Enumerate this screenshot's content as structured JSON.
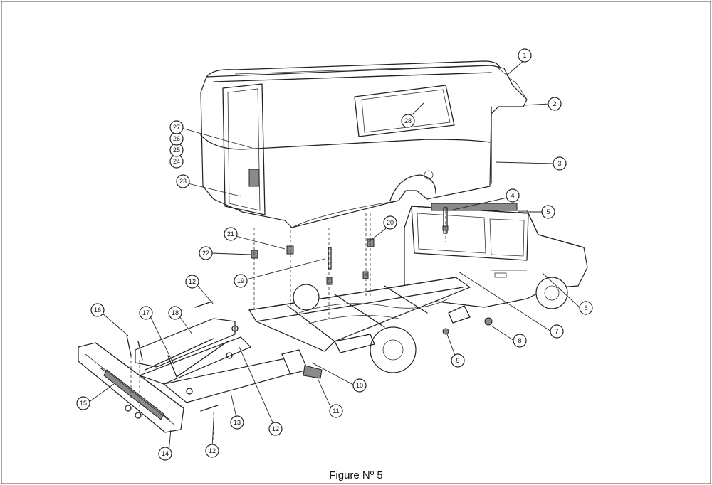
{
  "caption": "Figure Nº 5",
  "callouts": [
    {
      "label": "1"
    },
    {
      "label": "2"
    },
    {
      "label": "3"
    },
    {
      "label": "4"
    },
    {
      "label": "5"
    },
    {
      "label": "6"
    },
    {
      "label": "7"
    },
    {
      "label": "8"
    },
    {
      "label": "9"
    },
    {
      "label": "10"
    },
    {
      "label": "11"
    },
    {
      "label": "12"
    },
    {
      "label": "12"
    },
    {
      "label": "12"
    },
    {
      "label": "13"
    },
    {
      "label": "14"
    },
    {
      "label": "15"
    },
    {
      "label": "16"
    },
    {
      "label": "17"
    },
    {
      "label": "18"
    },
    {
      "label": "19"
    },
    {
      "label": "20"
    },
    {
      "label": "21"
    },
    {
      "label": "22"
    },
    {
      "label": "23"
    },
    {
      "label": "24"
    },
    {
      "label": "25"
    },
    {
      "label": "26"
    },
    {
      "label": "27"
    },
    {
      "label": "28"
    }
  ]
}
